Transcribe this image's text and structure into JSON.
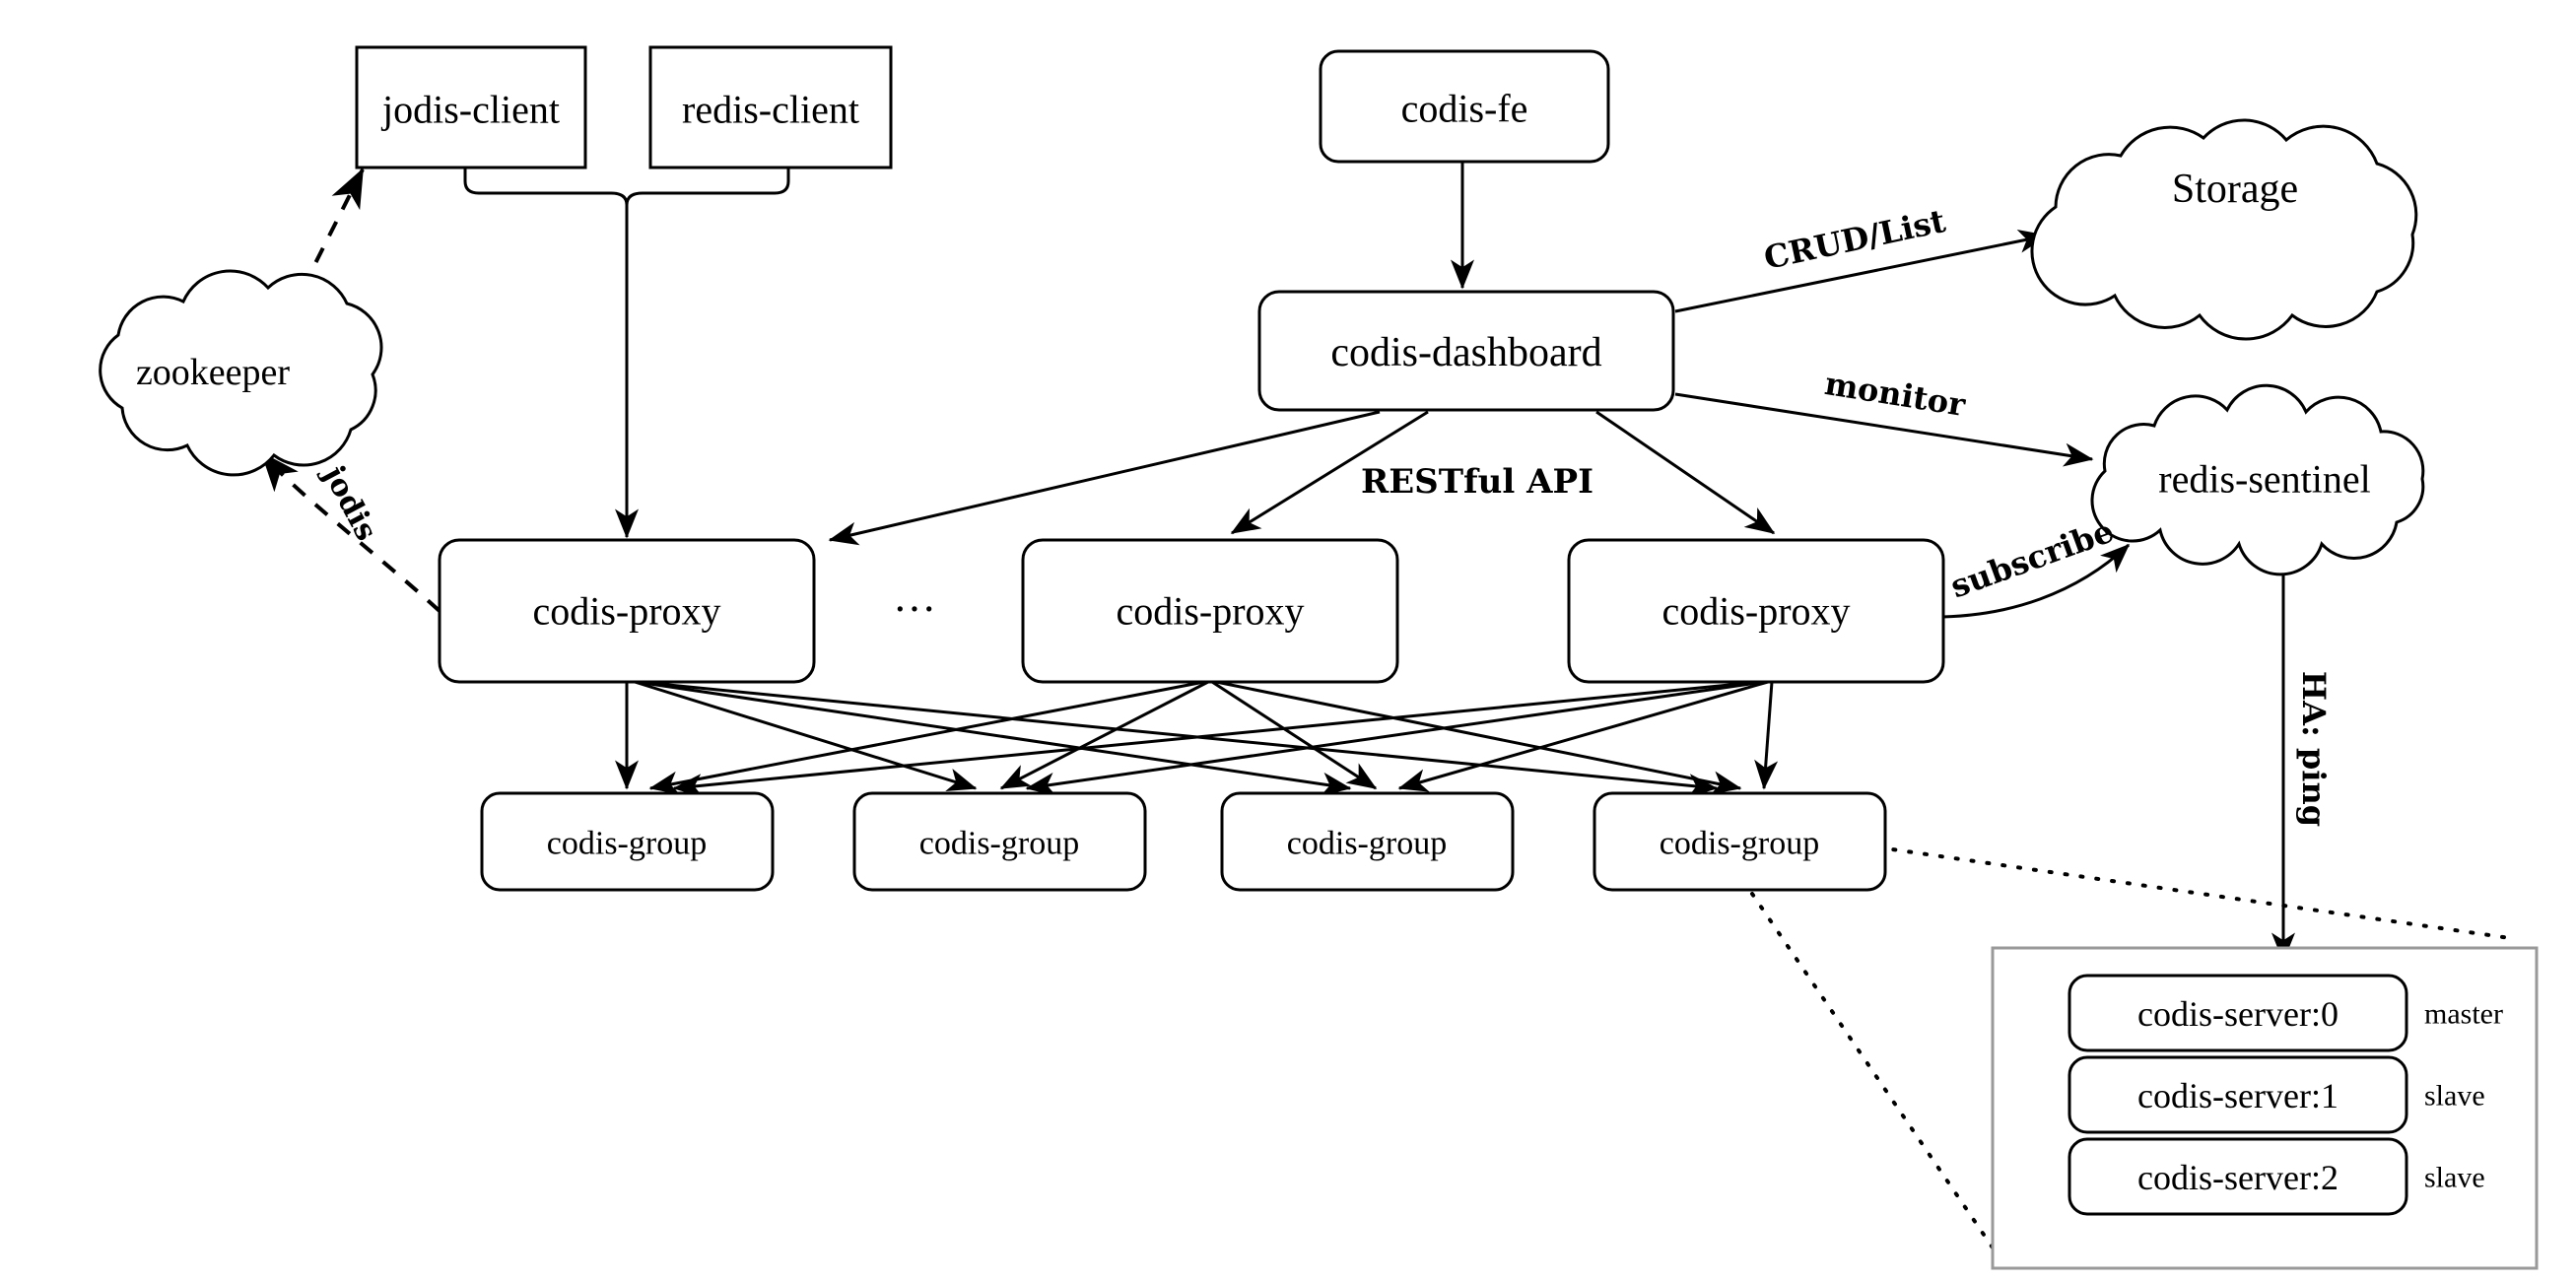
{
  "diagram": {
    "title": "Codis architecture diagram",
    "colors": {
      "stroke": "#000000",
      "panel_border": "#999999",
      "background": "#ffffff"
    },
    "nodes": {
      "jodis_client": {
        "label": "jodis-client",
        "shape": "rect"
      },
      "redis_client": {
        "label": "redis-client",
        "shape": "rect"
      },
      "zookeeper": {
        "label": "zookeeper",
        "shape": "cloud"
      },
      "codis_fe": {
        "label": "codis-fe",
        "shape": "rounded-rect"
      },
      "codis_dashboard": {
        "label": "codis-dashboard",
        "shape": "rounded-rect"
      },
      "storage": {
        "label": "Storage",
        "shape": "cloud"
      },
      "redis_sentinel": {
        "label": "redis-sentinel",
        "shape": "cloud"
      },
      "proxy_1": {
        "label": "codis-proxy",
        "shape": "rounded-rect"
      },
      "proxy_2": {
        "label": "codis-proxy",
        "shape": "rounded-rect"
      },
      "proxy_3": {
        "label": "codis-proxy",
        "shape": "rounded-rect"
      },
      "proxy_ellipsis": {
        "label": "···"
      },
      "group_1": {
        "label": "codis-group",
        "shape": "rounded-rect"
      },
      "group_2": {
        "label": "codis-group",
        "shape": "rounded-rect"
      },
      "group_3": {
        "label": "codis-group",
        "shape": "rounded-rect"
      },
      "group_4": {
        "label": "codis-group",
        "shape": "rounded-rect"
      },
      "server_0": {
        "label": "codis-server:0",
        "role": "master"
      },
      "server_1": {
        "label": "codis-server:1",
        "role": "slave"
      },
      "server_2": {
        "label": "codis-server:2",
        "role": "slave"
      }
    },
    "edge_labels": {
      "jodis": "jodis",
      "crud_list": "CRUD/List",
      "monitor": "monitor",
      "restful_api": "RESTful API",
      "subscribe": "subscribe",
      "ha_ping": "HA: ping"
    },
    "server_roles": {
      "master": "master",
      "slave": "slave"
    }
  }
}
